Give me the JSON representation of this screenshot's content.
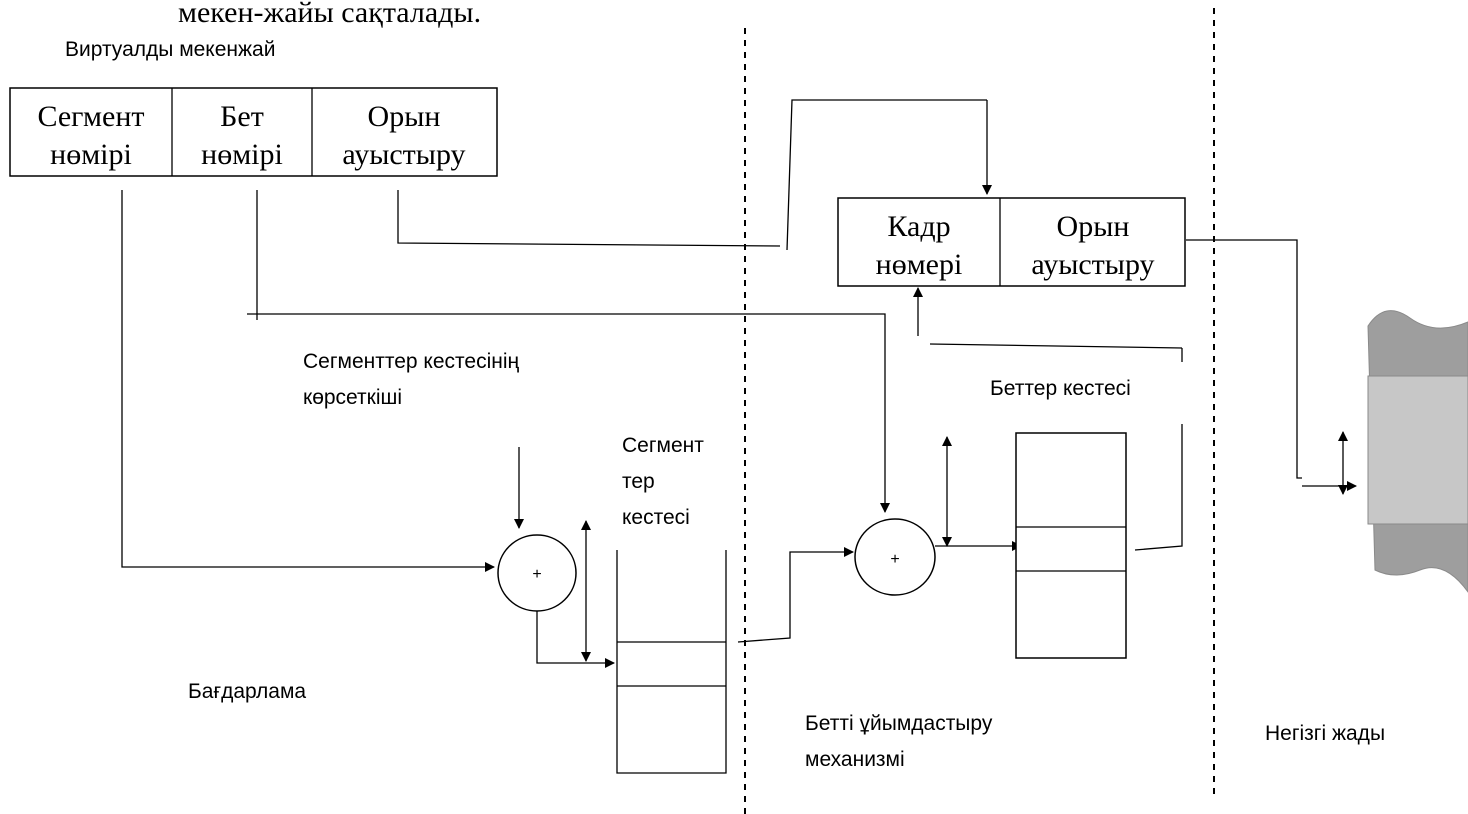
{
  "top_text_fragment": "мекен-жайы сақталады.",
  "virtual_address": {
    "title": "Виртуалды мекенжай",
    "fields": [
      {
        "line1": "Сегмент",
        "line2": "нөмірі"
      },
      {
        "line1": "Бет",
        "line2": "нөмірі"
      },
      {
        "line1": "Орын",
        "line2": "ауыстыру"
      }
    ]
  },
  "physical_address": {
    "fields": [
      {
        "line1": "Кадр",
        "line2": "нөмері"
      },
      {
        "line1": "Орын",
        "line2": "ауыстыру"
      }
    ]
  },
  "labels": {
    "segment_table_pointer_1": "Сегменттер кестесінің",
    "segment_table_pointer_2": "көрсеткіші",
    "segment_table_1": "Сегмент",
    "segment_table_2": "тер",
    "segment_table_3": "кестесі",
    "page_table": "Беттер кестесі",
    "program": "Бағдарлама",
    "paging_mechanism_1": "Бетті ұйымдастыру",
    "paging_mechanism_2": "механизмі",
    "main_memory": "Негізгі жады"
  },
  "adders": {
    "symbol": "+"
  }
}
